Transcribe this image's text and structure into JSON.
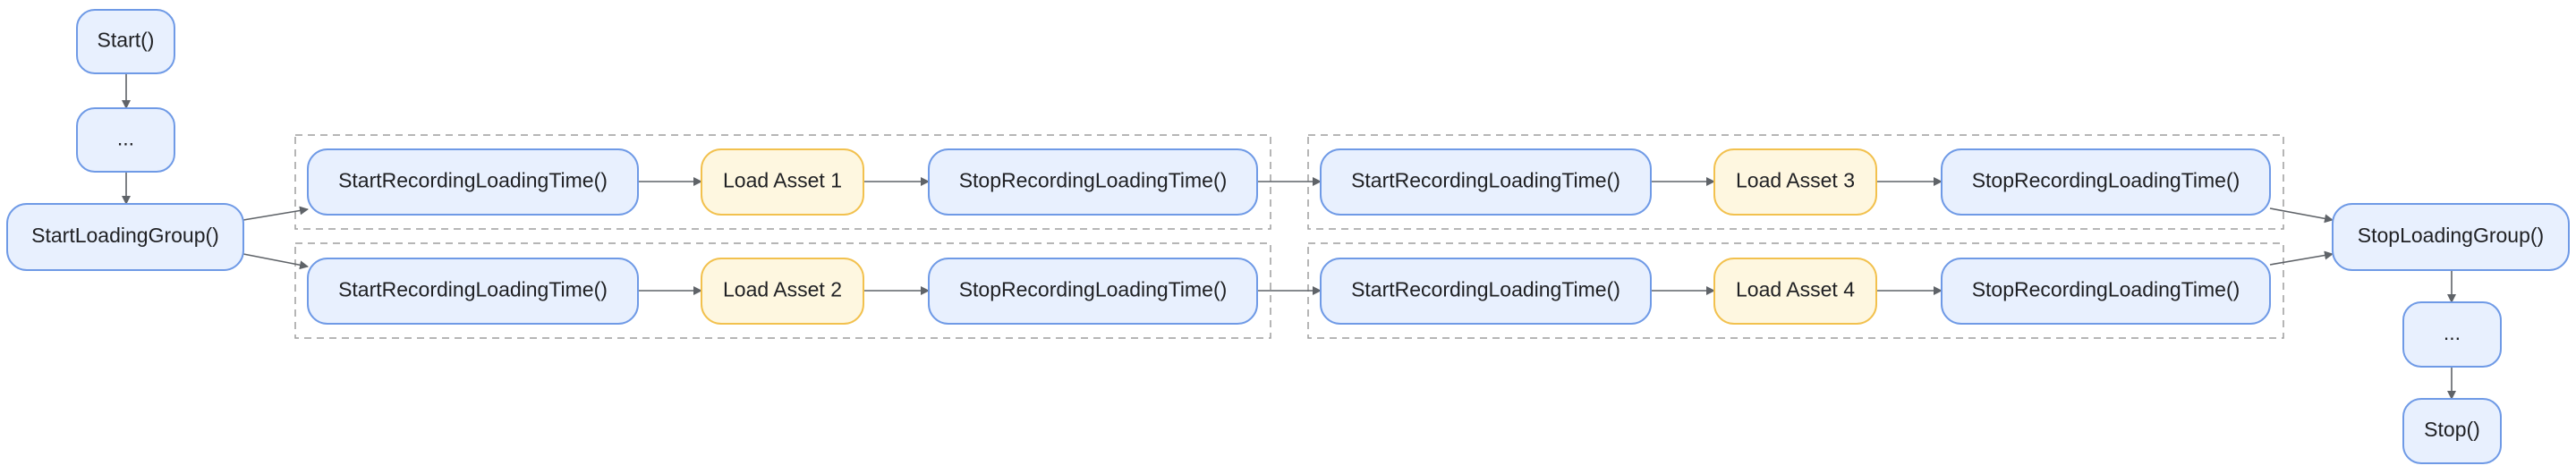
{
  "colors": {
    "blue_fill": "#e8f0fe",
    "blue_stroke": "#6f9ae6",
    "yellow_fill": "#fef7e0",
    "yellow_stroke": "#f2c14e",
    "edge": "#5f6368",
    "group_border": "#9e9e9e"
  },
  "nodes": {
    "start": "Start()",
    "ellipsis_top": "...",
    "start_loading_group": "StartLoadingGroup()",
    "g1_start": "StartRecordingLoadingTime()",
    "g1_asset": "Load Asset 1",
    "g1_stop": "StopRecordingLoadingTime()",
    "g2_start": "StartRecordingLoadingTime()",
    "g2_asset": "Load Asset 2",
    "g2_stop": "StopRecordingLoadingTime()",
    "g3_start": "StartRecordingLoadingTime()",
    "g3_asset": "Load Asset 3",
    "g3_stop": "StopRecordingLoadingTime()",
    "g4_start": "StartRecordingLoadingTime()",
    "g4_asset": "Load Asset 4",
    "g4_stop": "StopRecordingLoadingTime()",
    "stop_loading_group": "StopLoadingGroup()",
    "ellipsis_bottom": "...",
    "stop": "Stop()"
  }
}
